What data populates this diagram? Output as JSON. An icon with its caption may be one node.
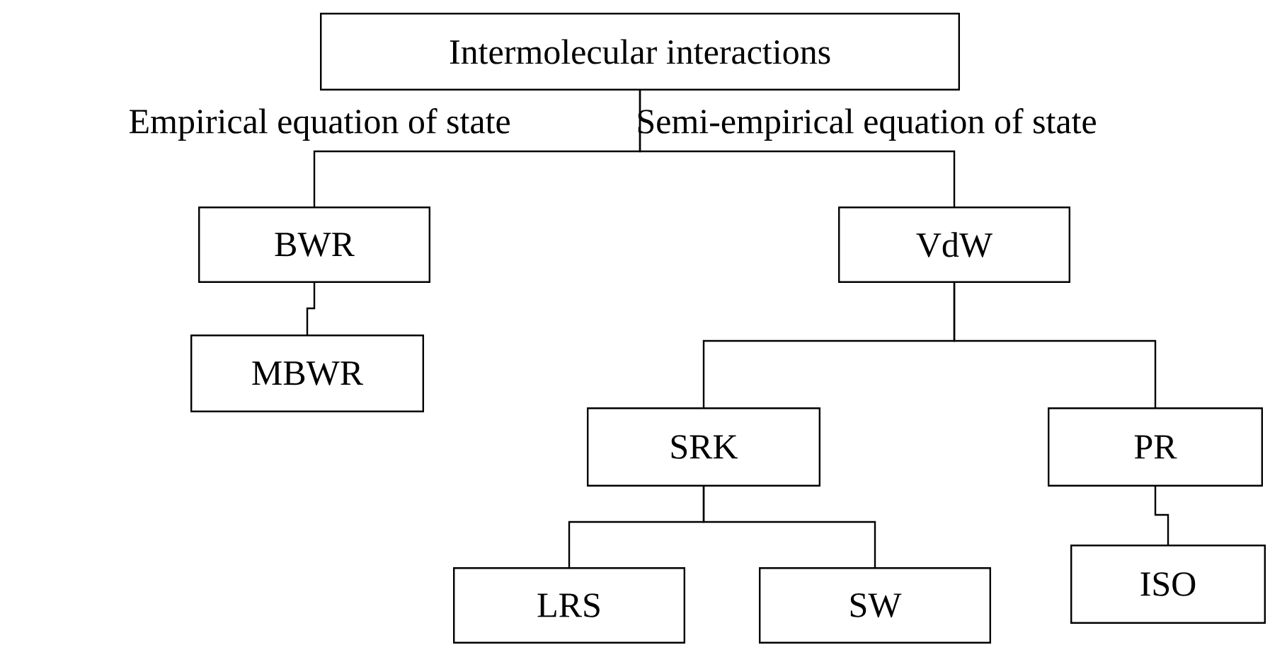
{
  "diagram": {
    "nodes": [
      {
        "text": [
          "Intermolecular interactions"
        ]
      },
      {
        "text": [
          "BWR"
        ]
      },
      {
        "text": [
          "VdW"
        ]
      },
      {
        "text": [
          "MBWR"
        ]
      },
      {
        "text": [
          "SRK"
        ]
      },
      {
        "text": [
          "PR"
        ]
      },
      {
        "text": [
          "LRS"
        ]
      },
      {
        "text": [
          "SW"
        ]
      },
      {
        "text": [
          "ISO"
        ]
      }
    ],
    "edges": [
      {
        "from": 0,
        "to": 1,
        "arrow": "none",
        "label": "Empirical equation of state"
      },
      {
        "from": 0,
        "to": 2,
        "arrow": "none",
        "label": "Semi-empirical equation of state"
      },
      {
        "from": 1,
        "to": 3,
        "arrow": "none"
      },
      {
        "from": 2,
        "to": 4,
        "arrow": "none"
      },
      {
        "from": 2,
        "to": 5,
        "arrow": "none"
      },
      {
        "from": 4,
        "to": 6,
        "arrow": "none"
      },
      {
        "from": 4,
        "to": 7,
        "arrow": "none"
      },
      {
        "from": 5,
        "to": 8,
        "arrow": "none"
      }
    ]
  }
}
